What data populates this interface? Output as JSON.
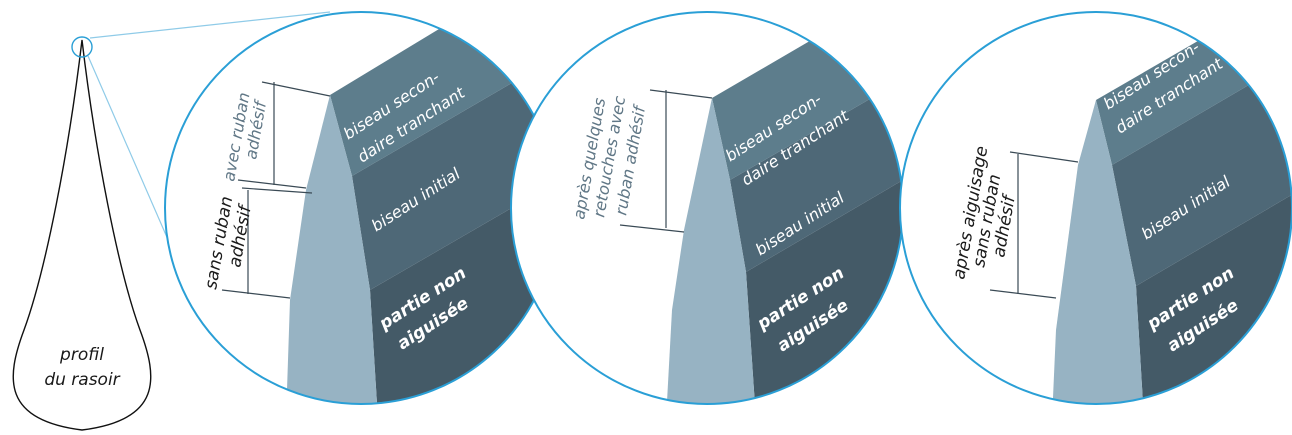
{
  "razor": {
    "label_line1": "profil",
    "label_line2": "du rasoir"
  },
  "panels": [
    {
      "band_top_line1": "biseau secon-",
      "band_top_line2": "daire tranchant",
      "band_mid": "biseau initial",
      "band_low_line1": "partie non",
      "band_low_line2": "aiguisée",
      "note_a_line1": "avec ruban",
      "note_a_line2": "adhésif",
      "note_b_line1": "sans ruban",
      "note_b_line2": "adhésif"
    },
    {
      "band_top_line1": "biseau secon-",
      "band_top_line2": "daire tranchant",
      "band_mid": "biseau initial",
      "band_low_line1": "partie non",
      "band_low_line2": "aiguisée",
      "note_line1": "après quelques",
      "note_line2": "retouches avec",
      "note_line3": "ruban adhésif"
    },
    {
      "band_top_line1": "biseau secon-",
      "band_top_line2": "daire tranchant",
      "band_mid": "biseau initial",
      "band_low_line1": "partie non",
      "band_low_line2": "aiguisée",
      "note_line1": "après aiguisage",
      "note_line2": "sans ruban",
      "note_line3": "adhésif"
    }
  ],
  "colors": {
    "circle_outline": "#2a9fd6",
    "zoom_lines": "#8fcbe8",
    "blade_face": "#97b3c3",
    "band_top": "#5d7d8c",
    "band_mid": "#4e6877",
    "band_low": "#445a67",
    "note_text": "#607786"
  }
}
